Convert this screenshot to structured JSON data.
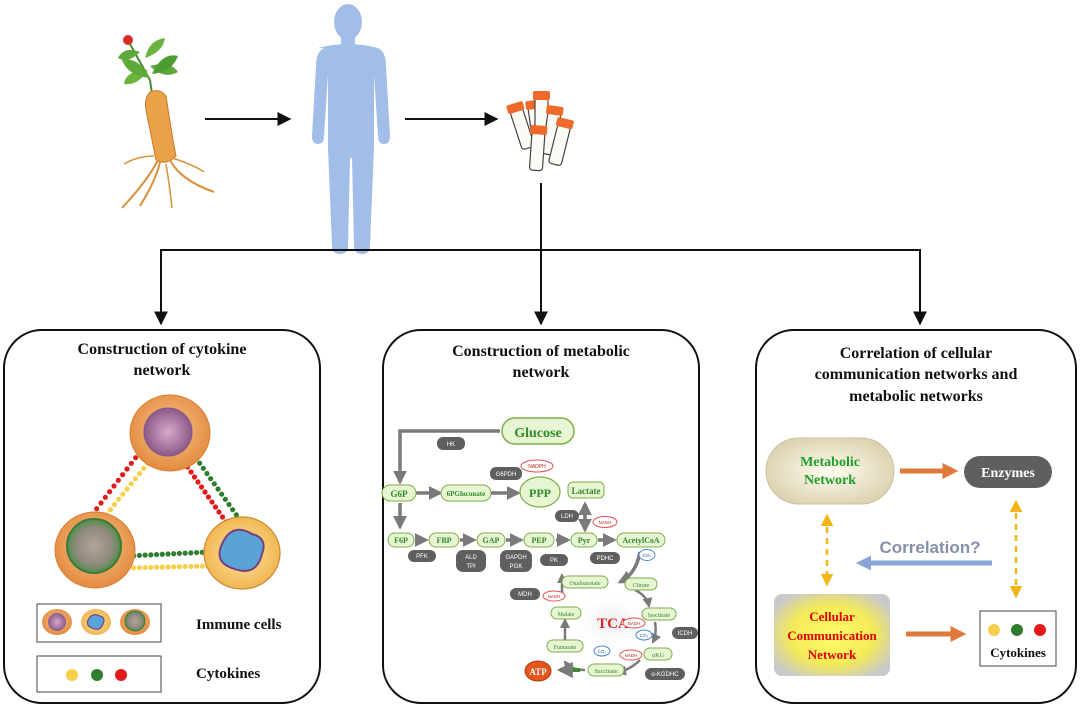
{
  "colors": {
    "arrow": "#111111",
    "panel_border": "#111111",
    "green_label": "#1e9e2a",
    "red_label": "#e00000",
    "tca_red": "#d8262c",
    "enzyme_dark": "#5f5f5f",
    "node_green_fill": "#e8f5d3",
    "node_green_stroke": "#7cae4a",
    "arrow_gray": "#7a7a7a",
    "orange_arrow": "#e07a3c",
    "blue_arrow": "#8aa4d8",
    "yellow_dashed": "#f2b61b",
    "dot_yellow": "#f6d04d",
    "dot_green": "#2e7d2e",
    "dot_red": "#e41a1a"
  },
  "top_row": {
    "icons": [
      "ginseng-plant-icon",
      "human-body-icon",
      "sample-tubes-icon"
    ]
  },
  "panel_left": {
    "title_line1": "Construction of cytokine",
    "title_line2": "network",
    "legend_cells_label": "Immune cells",
    "legend_cytokines_label": "Cytokines"
  },
  "panel_middle": {
    "title_line1": "Construction of metabolic",
    "title_line2": "network",
    "nodes": {
      "glucose": "Glucose",
      "g6p": "G6P",
      "pg": "6PGluconate",
      "ppp": "PPP",
      "lactate": "Lactate",
      "f6p": "F6P",
      "fbp": "FBP",
      "gap": "GAP",
      "pep": "PEP",
      "pyr": "Pyr",
      "acetylcoa": "AcetylCoA",
      "oxaloacetate": "Oxaloacetate",
      "citrate": "Citrate",
      "isocitrate": "Isocitrate",
      "akg": "αKG",
      "succinate": "Succinate",
      "fumarate": "Fumarate",
      "malate": "Malate",
      "tca": "TCA",
      "atp": "ATP"
    },
    "enzymes": {
      "hk": "HK",
      "g6pdh": "G6PDH",
      "nadph": "NADPH",
      "ldh": "LDH",
      "nadh1": "NADH",
      "pfk": "PFK",
      "ald_tpi_1": "ALD",
      "ald_tpi_2": "TPI",
      "gapdh_pgk_1": "GAPDH",
      "gapdh_pgk_2": "PGK",
      "pk": "PK",
      "pdhc": "PDHC",
      "co2_1": "CO₂",
      "mdh": "MDH",
      "nadh2": "NADH",
      "nadh3": "NADH",
      "co2_2": "CO₂",
      "icdh": "ICDH",
      "nadh4": "NADH",
      "co2_3": "CO₂",
      "akgdhc": "α-KGDHC"
    }
  },
  "panel_right": {
    "title_line1": "Correlation of cellular",
    "title_line2": "communication networks and",
    "title_line3": "metabolic networks",
    "metabolic_line1": "Metabolic",
    "metabolic_line2": "Network",
    "enzymes": "Enzymes",
    "correlation": "Correlation?",
    "cellular_line1": "Cellular",
    "cellular_line2": "Communication",
    "cellular_line3": "Network",
    "cytokines": "Cytokines"
  }
}
